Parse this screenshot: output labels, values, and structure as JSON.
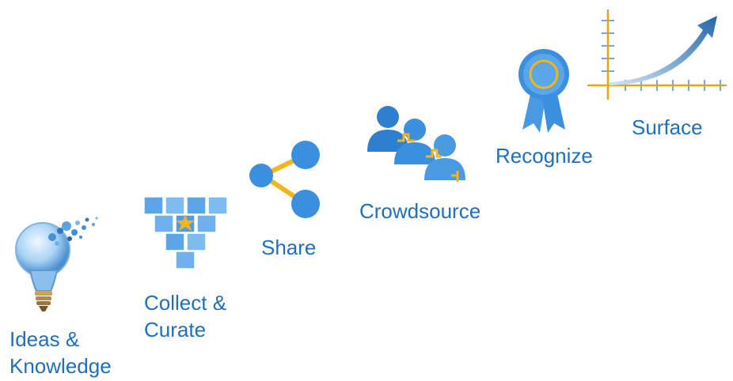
{
  "steps": [
    {
      "label_line1": "Ideas &",
      "label_line2": "Knowledge",
      "icon": "lightbulb-icon"
    },
    {
      "label_line1": "Collect &",
      "label_line2": "Curate",
      "icon": "triangle-cubes-icon"
    },
    {
      "label": "Share",
      "icon": "share-icon"
    },
    {
      "label": "Crowdsource",
      "icon": "people-group-icon"
    },
    {
      "label": "Recognize",
      "icon": "award-ribbon-icon"
    },
    {
      "label": "Surface",
      "icon": "growth-chart-icon"
    }
  ],
  "colors": {
    "label_text": "#1f6fbf",
    "blue_light": "#66b3f2",
    "blue_mid": "#3a8fdf",
    "blue_dark": "#2466a8",
    "accent": "#f2b51c"
  }
}
